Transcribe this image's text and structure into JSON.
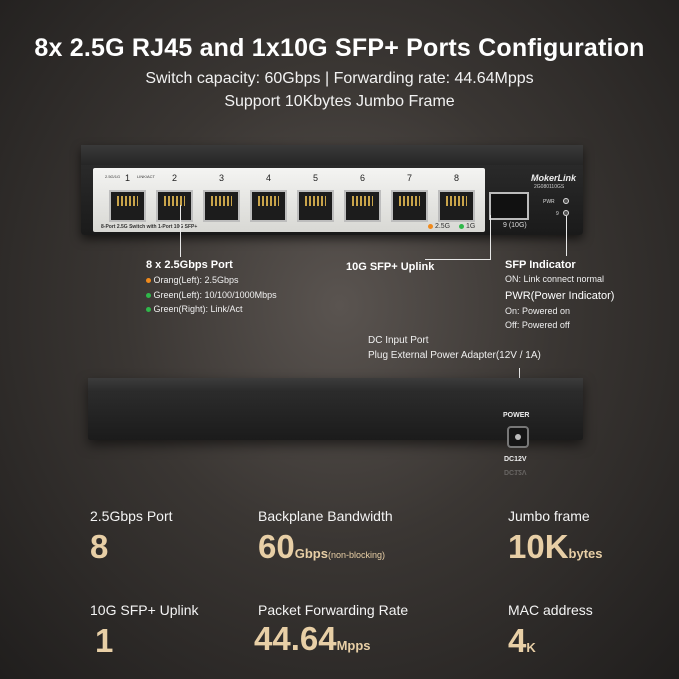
{
  "header": {
    "title": "8x 2.5G RJ45 and 1x10G SFP+ Ports Configuration",
    "line1": "Switch capacity: 60Gbps | Forwarding rate: 44.64Mpps",
    "line2": "Support 10Kbytes Jumbo Frame"
  },
  "switch_front": {
    "brand": "MokerLink",
    "model": "2G080110GS",
    "port_header_left": "2.5G/1G",
    "port_header_right": "LINK/ACT",
    "ports": [
      "1",
      "2",
      "3",
      "4",
      "5",
      "6",
      "7",
      "8"
    ],
    "panel_text": "8-Port 2.5G Switch with 1-Port 10G SFP+",
    "legend_25": "2.5G",
    "legend_1g": "1G",
    "sfp_label": "9 (10G)",
    "pwr_label": "PWR",
    "sfp_led_label": "9"
  },
  "callouts": {
    "port_title": "8 x 2.5Gbps Port",
    "port_orange": "Orang(Left): 2.5Gbps",
    "port_green_left": "Green(Left): 10/100/1000Mbps",
    "port_green_right": "Green(Right): Link/Act",
    "uplink_title": "10G SFP+ Uplink",
    "sfp_ind_title": "SFP Indicator",
    "sfp_ind_on": "ON: Link connect normal",
    "pwr_title": "PWR(Power Indicator)",
    "pwr_on": "On: Powered on",
    "pwr_off": "Off: Powered off",
    "dc_title": "DC Input Port",
    "dc_desc": "Plug External Power Adapter(12V / 1A)"
  },
  "switch_back": {
    "power_label": "POWER",
    "dc_label": "DC12V"
  },
  "stats": [
    {
      "label": "2.5Gbps Port",
      "value": "8",
      "unit": "",
      "note": ""
    },
    {
      "label": "Backplane Bandwidth",
      "value": "60",
      "unit": "Gbps",
      "note": "(non-blocking)"
    },
    {
      "label": "Jumbo frame",
      "value": "10K",
      "unit": "bytes",
      "note": ""
    },
    {
      "label": "10G SFP+ Uplink",
      "value": "1",
      "unit": "",
      "note": ""
    },
    {
      "label": "Packet Forwarding Rate",
      "value": "44.64",
      "unit": "Mpps",
      "note": ""
    },
    {
      "label": "MAC address",
      "value": "4",
      "unit": "K",
      "note": ""
    }
  ],
  "colors": {
    "accent_gold": "#e8cfa6",
    "led_orange": "#f08a1c",
    "led_green": "#2fb84a"
  }
}
